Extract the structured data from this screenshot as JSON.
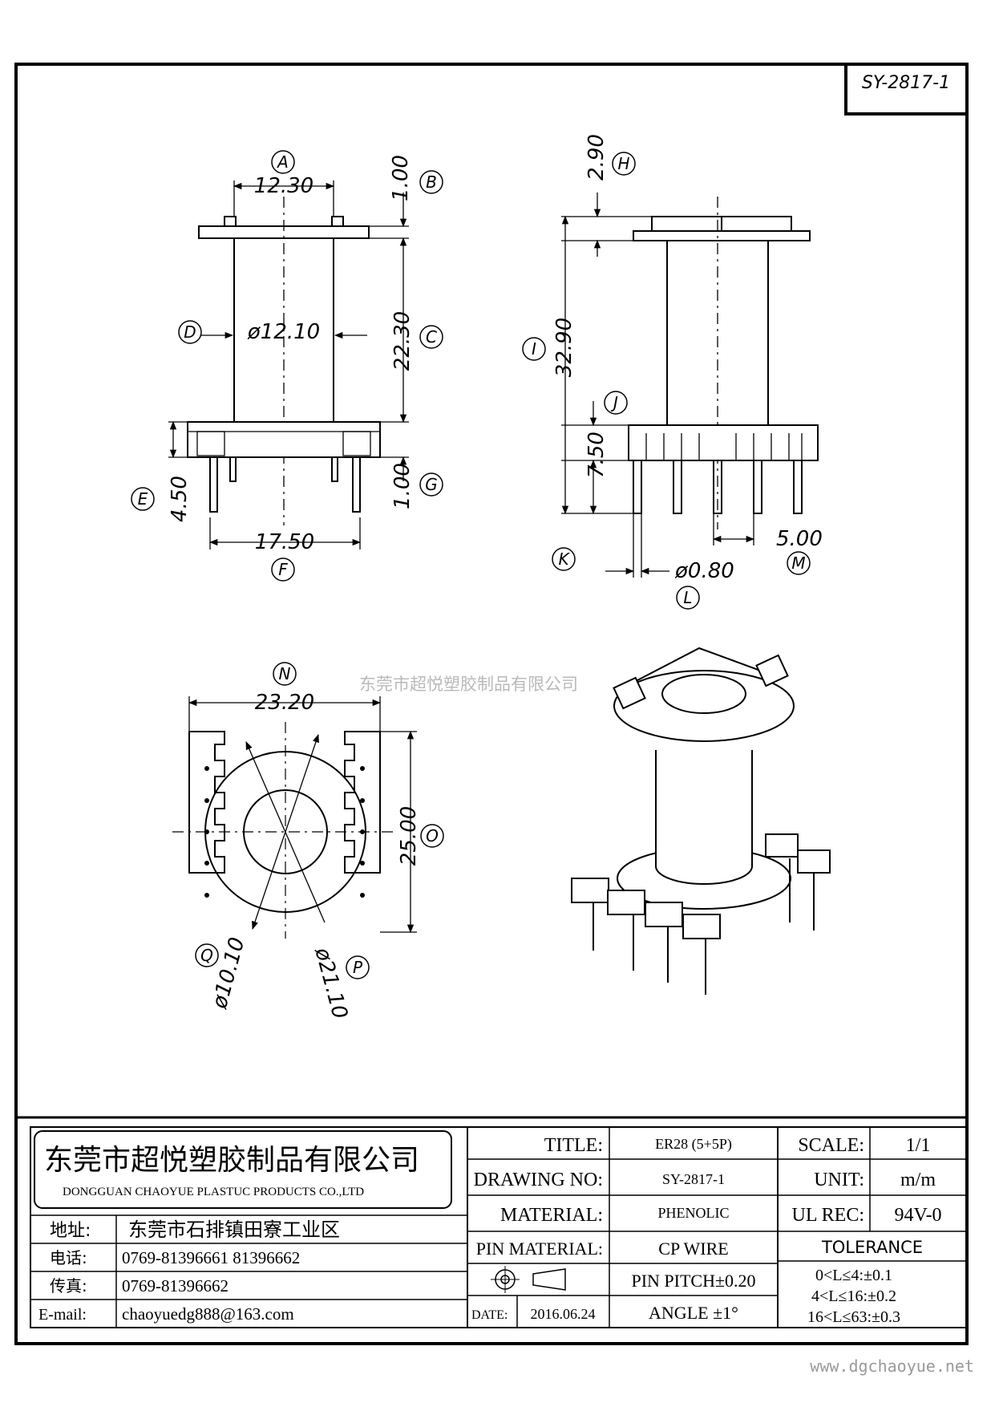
{
  "drawing_id": "SY-2817-1",
  "watermark": "东莞市超悦塑胶制品有限公司",
  "website": "www.dgchaoyue.net",
  "front_view": {
    "dims": {
      "A": "12.30",
      "B": "1.00",
      "C": "22.30",
      "D": "ø12.10",
      "E": "4.50",
      "F": "17.50",
      "G": "1.00"
    },
    "labels": {
      "A": "A",
      "B": "B",
      "C": "C",
      "D": "D",
      "E": "E",
      "F": "F",
      "G": "G"
    }
  },
  "side_view": {
    "dims": {
      "H": "2.90",
      "I": "32.90",
      "J": "7.50",
      "L": "ø0.80",
      "M": "5.00"
    },
    "labels": {
      "H": "H",
      "I": "I",
      "J": "J",
      "K": "K",
      "L": "L",
      "M": "M"
    }
  },
  "bottom_view": {
    "dims": {
      "N": "23.20",
      "O": "25.00",
      "P": "ø21.10",
      "Q": "ø10.10"
    },
    "labels": {
      "N": "N",
      "O": "O",
      "P": "P",
      "Q": "Q"
    }
  },
  "title_block": {
    "company_cn": "东莞市超悦塑胶制品有限公司",
    "company_en": "DONGGUAN CHAOYUE PLASTUC PRODUCTS CO.,LTD",
    "address_label": "地址:",
    "address": "东莞市石排镇田寮工业区",
    "phone_label": "电话:",
    "phone": "0769-81396661  81396662",
    "fax_label": "传真:",
    "fax": "0769-81396662",
    "email_label": "E-mail:",
    "email": "chaoyuedg888@163.com",
    "title_label": "TITLE:",
    "title": "ER28 (5+5P)",
    "drawing_no_label": "DRAWING NO:",
    "drawing_no": "SY-2817-1",
    "material_label": "MATERIAL:",
    "material": "PHENOLIC",
    "pin_material_label": "PIN MATERIAL:",
    "pin_material": "CP WIRE",
    "pin_pitch": "PIN PITCH±0.20",
    "angle": "ANGLE  ±1°",
    "date_label": "DATE:",
    "date": "2016.06.24",
    "scale_label": "SCALE:",
    "scale": "1/1",
    "unit_label": "UNIT:",
    "unit": "m/m",
    "ul_rec_label": "UL REC:",
    "ul_rec": "94V-0",
    "tolerance_label": "TOLERANCE",
    "tolerances": [
      "0<L≤4:±0.1",
      "4<L≤16:±0.2",
      "16<L≤63:±0.3"
    ]
  }
}
